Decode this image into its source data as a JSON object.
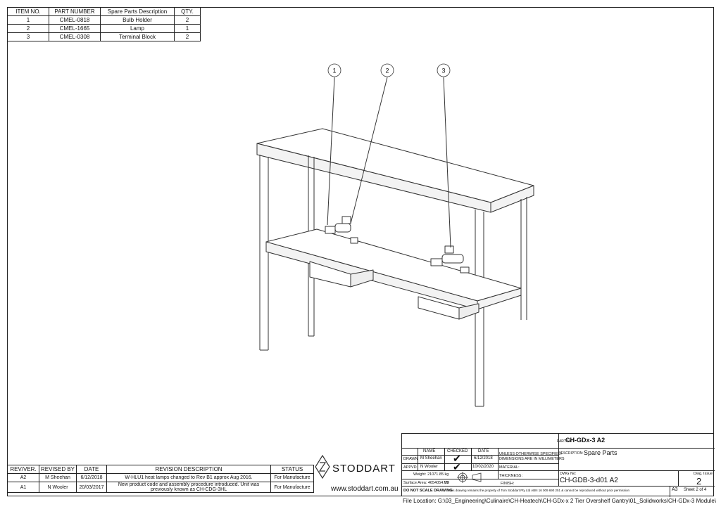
{
  "bom": {
    "headers": [
      "ITEM NO.",
      "PART NUMBER",
      "Spare Parts Description",
      "QTY."
    ],
    "rows": [
      [
        "1",
        "CMEL-0818",
        "Bulb Holder",
        "2"
      ],
      [
        "2",
        "CMEL-1665",
        "Lamp",
        "1"
      ],
      [
        "3",
        "CMEL-0308",
        "Terminal Block",
        "2"
      ]
    ]
  },
  "balloons": [
    "1",
    "2",
    "3"
  ],
  "revisions": {
    "headers": [
      "REV/VER.",
      "REVISED BY",
      "DATE",
      "REVISION DESCRIPTION",
      "STATUS"
    ],
    "rows": [
      [
        "A2",
        "M Sheehan",
        "6/12/2018",
        "W-HLU1 heat lamps changed to Rev B1 approx Aug 2016.",
        "For Manufacture"
      ],
      [
        "A1",
        "N Wooler",
        "20/03/2017",
        "New product code and assembly procedure introduced. Unit was previously known as CH-CDG-3HL",
        "For Manufacture"
      ]
    ]
  },
  "logo": {
    "name": "STODDART",
    "url": "www.stoddart.com.au"
  },
  "title_block": {
    "part_no_label": "PART No:",
    "part_no": "CH-GDx-3 A2",
    "description_label": "DESCRIPTION:",
    "description": "Spare Parts",
    "col_name": "NAME",
    "col_checked": "CHECKED",
    "col_date": "DATE",
    "drawn_label": "DRAWN",
    "drawn_name": "M Sheehan",
    "drawn_date": "6/12/2018",
    "apprvd_label": "APPVD",
    "apprvd_name": "N Wooler",
    "apprvd_date": "10/02/2020",
    "unless": "UNLESS OTHERWISE SPECIFIED:",
    "dims": "DIMENSIONS ARE IN MILLIMETERS",
    "material_label": "MATERIAL:",
    "thickness_label": "THICKNESS:",
    "finish_label": "FINISH:",
    "weight": "Weight: 21071.85 kg",
    "surface_area": "Surface Area: 4654054.09",
    "surface_area_suffix": "V0",
    "dwg_no_label": "DWG No:",
    "dwg_no": "CH-GDB-3-d01 A2",
    "dwg_issue_label": "Dwg. Issue",
    "dwg_issue": "2",
    "noscale": "DO NOT SCALE DRAWING",
    "property": "This drawing remains the property of Tom Stoddart Pty Ltd ABN 16 009 690 251 & cannot be reproduced without prior permission",
    "size": "A3",
    "sheet": "Sheet 2 of 4",
    "file_location": "File Location: G:\\03_Engineering\\Culinaire\\CH-Heatech\\CH-GDx-x 2 Tier Overshelf Gantry\\01_Solidworks\\CH-GDx-3 Module\\"
  },
  "colors": {
    "line": "#222222",
    "paper": "#ffffff"
  }
}
